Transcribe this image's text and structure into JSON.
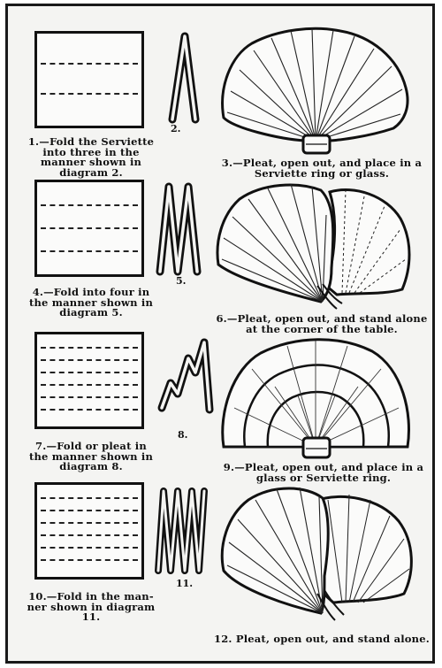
{
  "rows": [
    {
      "square_caption": [
        "1.—Fold the Serviette",
        "into three in the",
        "manner shown in",
        "diagram 2."
      ],
      "fold_number": "2.",
      "fan_caption": [
        "3.—Pleat, open out, and place in a",
        "Serviette ring or glass."
      ]
    },
    {
      "square_caption": [
        "4.—Fold into four in",
        "the manner shown in",
        "diagram 5."
      ],
      "fold_number": "5.",
      "fan_caption": [
        "6.—Pleat, open out, and stand alone",
        "at the corner of the table."
      ]
    },
    {
      "square_caption": [
        "7.—Fold or pleat in",
        "the manner shown in",
        "diagram 8."
      ],
      "fold_number": "8.",
      "fan_caption": [
        "9.—Pleat, open out, and place in a",
        "glass or Serviette ring."
      ]
    },
    {
      "square_caption": [
        "10.—Fold in the man-",
        "ner shown in diagram",
        "11."
      ],
      "fold_number": "11.",
      "fan_caption": [
        "12. Pleat, open out, and stand alone."
      ]
    }
  ]
}
